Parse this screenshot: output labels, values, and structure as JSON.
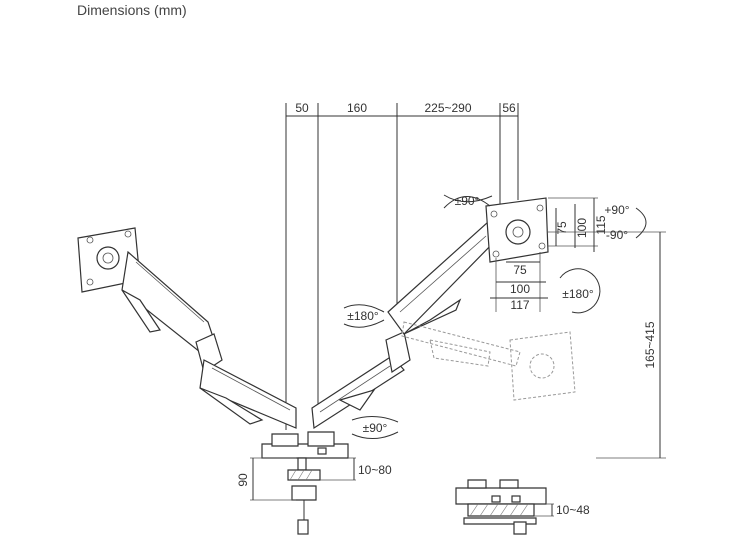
{
  "title": "Dimensions (mm)",
  "dimensions": {
    "d50": "50",
    "d160": "160",
    "d225_290": "225~290",
    "d56": "56",
    "d75_h": "75",
    "d100_h": "100",
    "d117_h": "117",
    "d75_v": "75",
    "d100_v": "100",
    "d115_v": "115",
    "d165_415": "165~415",
    "d90": "90",
    "d10_80": "10~80",
    "d10_48": "10~48"
  },
  "rotations": {
    "tilt_up": "+90°",
    "tilt_down": "-90°",
    "swivel_top": "±90°",
    "rotate_right": "±180°",
    "rotate_left": "±180°",
    "swivel_bottom": "±90°"
  }
}
